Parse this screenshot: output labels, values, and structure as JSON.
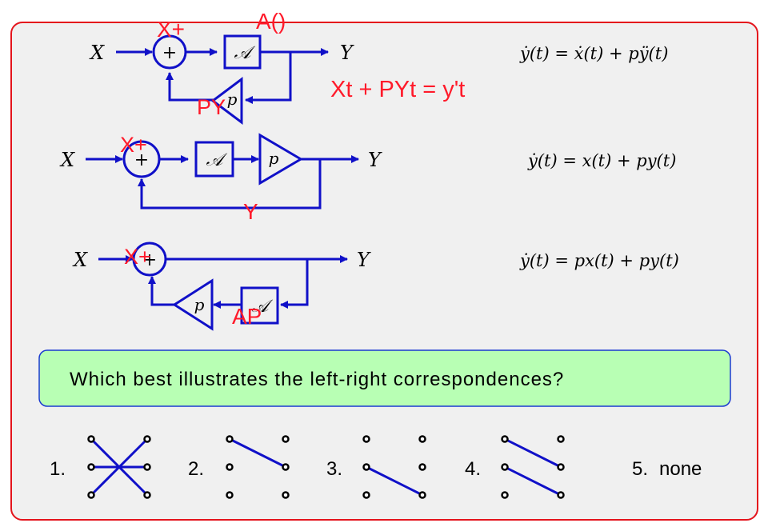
{
  "colors": {
    "frame": "#e4141c",
    "panel": "#f0f0f0",
    "diagram": "#1010c8",
    "annotation": "#ff1a2a",
    "question_fill": "#b8ffb4",
    "question_border": "#1a3ad0",
    "text": "#000000"
  },
  "diagrams": [
    {
      "input": "X",
      "output": "Y",
      "sum_symbol": "+",
      "block": "𝒜",
      "gain": "p",
      "equation": "ẏ(t) = ẋ(t) + pÿ(t)",
      "annotations": [
        "X+",
        "A()",
        "Xt + PYt = y't",
        "PY"
      ]
    },
    {
      "input": "X",
      "output": "Y",
      "sum_symbol": "+",
      "block": "𝒜",
      "gain": "p",
      "equation": "ẏ(t) = x(t) + py(t)",
      "annotations": [
        "X+",
        "Y"
      ]
    },
    {
      "input": "X",
      "output": "Y",
      "sum_symbol": "+",
      "block": "𝒜",
      "gain": "p",
      "equation": "ẏ(t) = px(t) + py(t)",
      "annotations": [
        "X+",
        "AP"
      ]
    }
  ],
  "question": "Which best illustrates the left-right correspondences?",
  "options": [
    {
      "label": "1.",
      "links": [
        [
          0,
          2
        ],
        [
          2,
          0
        ],
        [
          1,
          1
        ]
      ]
    },
    {
      "label": "2.",
      "links": [
        [
          0,
          1
        ]
      ]
    },
    {
      "label": "3.",
      "links": [
        [
          1,
          2
        ]
      ]
    },
    {
      "label": "4.",
      "links": [
        [
          0,
          1
        ],
        [
          1,
          2
        ]
      ]
    },
    {
      "label": "5.",
      "text": "none"
    }
  ]
}
